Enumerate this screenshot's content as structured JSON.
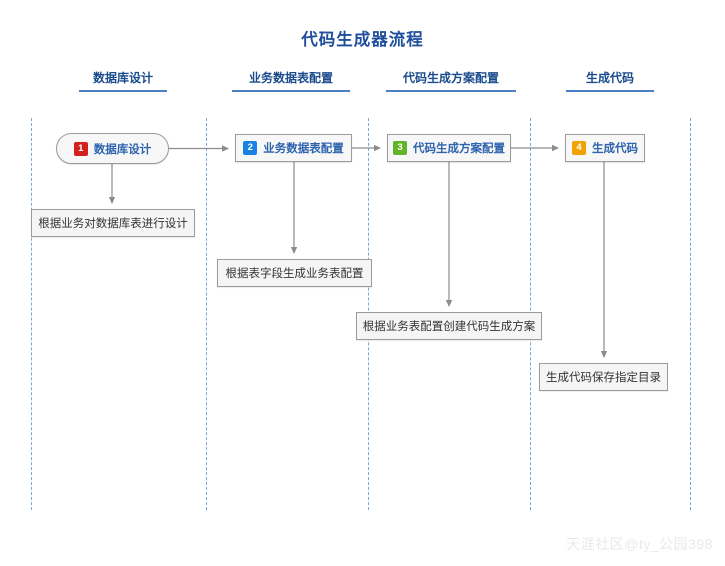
{
  "title": "代码生成器流程",
  "watermark": "天涯社区@ty_公园398",
  "lanes": [
    {
      "header": "数据库设计"
    },
    {
      "header": "业务数据表配置"
    },
    {
      "header": "代码生成方案配置"
    },
    {
      "header": "生成代码"
    }
  ],
  "nodes": [
    {
      "number": "1",
      "label": "数据库设计",
      "shape": "pill",
      "badge_color": "#d41f1f"
    },
    {
      "number": "2",
      "label": "业务数据表配置",
      "shape": "rectangle",
      "badge_color": "#1a82e2"
    },
    {
      "number": "3",
      "label": "代码生成方案配置",
      "shape": "rectangle",
      "badge_color": "#62b529"
    },
    {
      "number": "4",
      "label": "生成代码",
      "shape": "rectangle",
      "badge_color": "#f0a202"
    }
  ],
  "descriptions": [
    {
      "text": "根据业务对数据库表进行设计"
    },
    {
      "text": "根据表字段生成业务表配置"
    },
    {
      "text": "根据业务表配置创建代码生成方案"
    },
    {
      "text": "生成代码保存指定目录"
    }
  ],
  "colors": {
    "title": "#1f4e9c",
    "lane_header_text": "#1a4b8c",
    "lane_header_underline": "#4a7fc1",
    "lane_divider": "#7aa6d8",
    "node_text": "#2e64ae",
    "node_border": "#9b9b9b",
    "node_fill": "#f7f7f7",
    "box_fill": "#f5f5f5",
    "box_text": "#333333",
    "connector": "#8c8c8c",
    "watermark": "#e9e9e9"
  },
  "chart_data": {
    "type": "flowchart",
    "title": "代码生成器流程",
    "orientation": "left-to-right with downward detail branches",
    "lanes": [
      "数据库设计",
      "业务数据表配置",
      "代码生成方案配置",
      "生成代码"
    ],
    "steps": [
      {
        "step": 1,
        "node": "数据库设计",
        "detail": "根据业务对数据库表进行设计"
      },
      {
        "step": 2,
        "node": "业务数据表配置",
        "detail": "根据表字段生成业务表配置"
      },
      {
        "step": 3,
        "node": "代码生成方案配置",
        "detail": "根据业务表配置创建代码生成方案"
      },
      {
        "step": 4,
        "node": "生成代码",
        "detail": "生成代码保存指定目录"
      }
    ],
    "edges": [
      {
        "from": "数据库设计",
        "to": "业务数据表配置",
        "direction": "right"
      },
      {
        "from": "业务数据表配置",
        "to": "代码生成方案配置",
        "direction": "right"
      },
      {
        "from": "代码生成方案配置",
        "to": "生成代码",
        "direction": "right"
      },
      {
        "from": "数据库设计",
        "to": "根据业务对数据库表进行设计",
        "direction": "down"
      },
      {
        "from": "业务数据表配置",
        "to": "根据表字段生成业务表配置",
        "direction": "down"
      },
      {
        "from": "代码生成方案配置",
        "to": "根据业务表配置创建代码生成方案",
        "direction": "down"
      },
      {
        "from": "生成代码",
        "to": "生成代码保存指定目录",
        "direction": "down"
      }
    ]
  }
}
